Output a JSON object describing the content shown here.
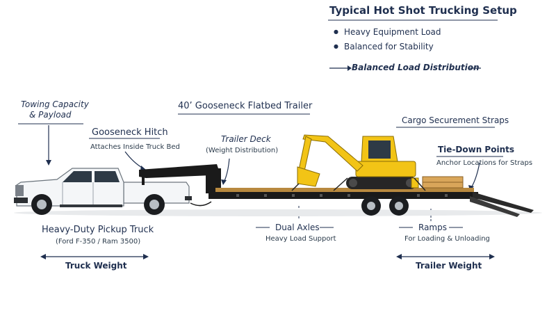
{
  "header": {
    "title": "Typical Hot Shot Trucking Setup",
    "bullets": [
      "Heavy Equipment Load",
      "Balanced for Stability"
    ],
    "balanced_label": "Balanced Load Distribution"
  },
  "labels": {
    "towing_line1": "Towing Capacity",
    "towing_line2": "& Payload",
    "trailer_name": "40’ Gooseneck Flatbed Trailer",
    "hitch": "Gooseneck Hitch",
    "hitch_sub": "Attaches Inside Truck Bed",
    "deck": "Trailer Deck",
    "deck_sub": "(Weight Distribution)",
    "straps": "Cargo Securement Straps",
    "tiedown": "Tie-Down Points",
    "tiedown_sub": "Anchor Locations for Straps",
    "truck": "Heavy-Duty Pickup Truck",
    "truck_sub": "(Ford F-350 / Ram 3500)",
    "axles": "Dual Axles",
    "axles_sub": "Heavy Load Support",
    "ramps": "Ramps",
    "ramps_sub": "For Loading & Unloading",
    "truck_weight": "Truck Weight",
    "trailer_weight": "Trailer Weight"
  },
  "colors": {
    "navy": "#1f2f4f",
    "excavator_yellow": "#f2c416",
    "trailer_black": "#1a1a1a",
    "deck_wood": "#b8893f",
    "truck_white": "#f4f6f8"
  }
}
